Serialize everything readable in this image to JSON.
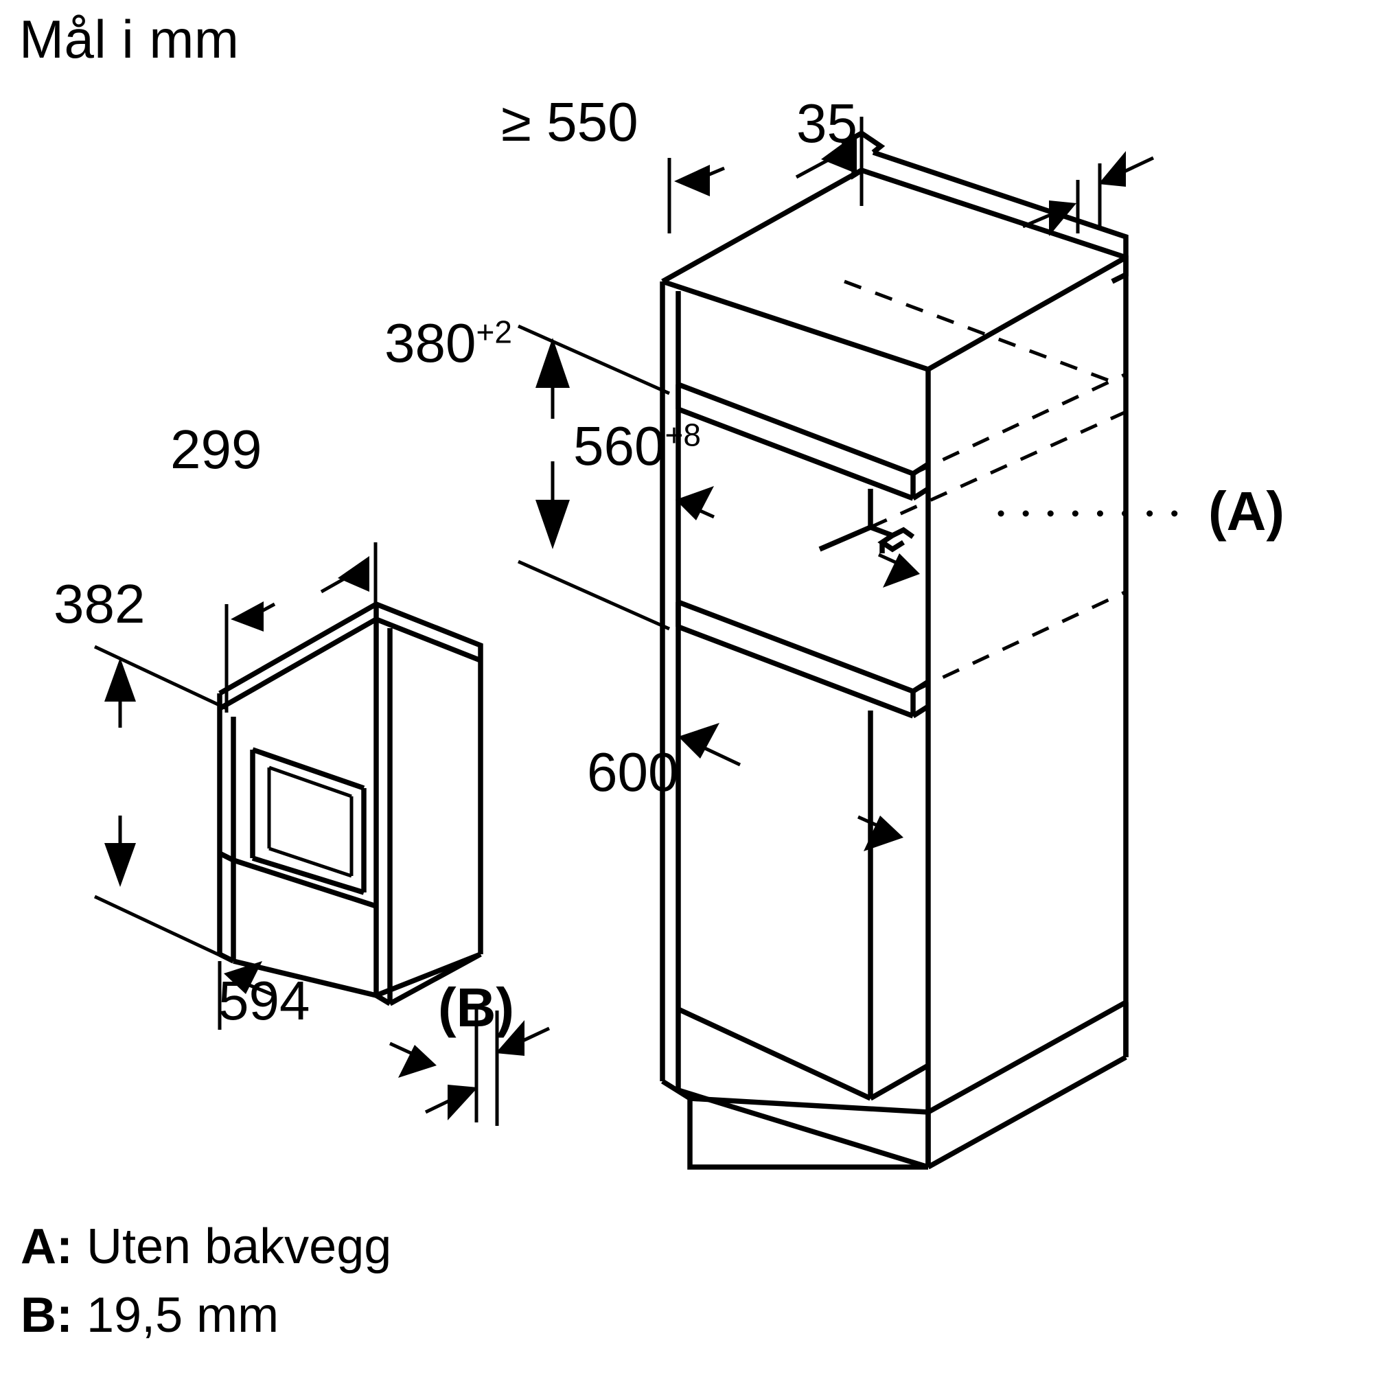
{
  "title": "Mål i mm",
  "dimensions": {
    "cabinet_depth": {
      "label": "≥ 550",
      "value": "550",
      "prefix": "≥"
    },
    "cabinet_side_panel": {
      "label": "35",
      "value": "35"
    },
    "niche_height": {
      "value": "380",
      "tolerance": "+2"
    },
    "niche_width": {
      "value": "560",
      "tolerance": "+8"
    },
    "cabinet_width": {
      "label": "600",
      "value": "600"
    },
    "appliance_depth": {
      "label": "299",
      "value": "299"
    },
    "appliance_height": {
      "label": "382",
      "value": "382"
    },
    "appliance_width": {
      "label": "594",
      "value": "594"
    }
  },
  "references": {
    "a_marker": "(A)",
    "b_marker": "(B)"
  },
  "legend": [
    {
      "key": "A:",
      "text": " Uten bakvegg"
    },
    {
      "key": "B:",
      "text": " 19,5 mm"
    }
  ],
  "colors": {
    "line": "#000000",
    "background": "#ffffff"
  }
}
